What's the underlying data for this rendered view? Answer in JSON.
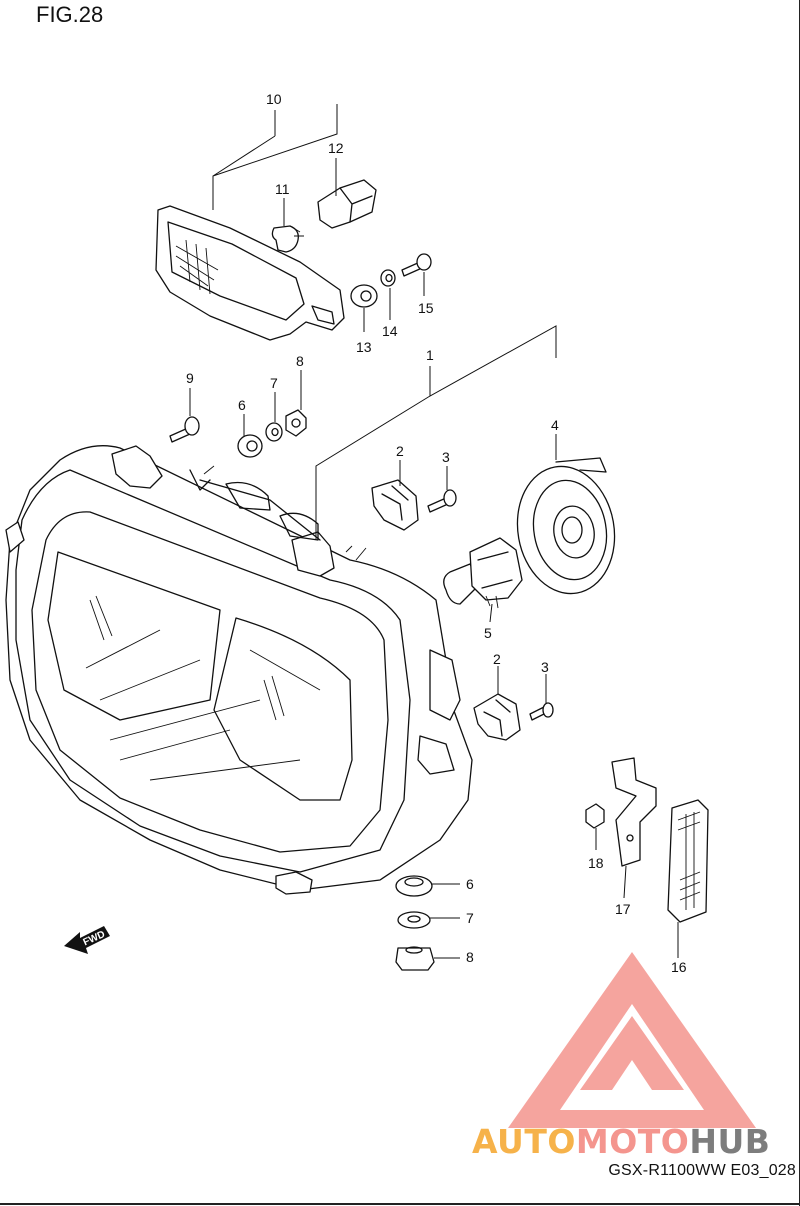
{
  "figure": {
    "title": "FIG.28",
    "model_code": "GSX-R1100WW  E03_028"
  },
  "watermark": {
    "part_a": "AUTO",
    "part_b": "MOTO",
    "part_c": "HUB",
    "color_a": "#f6b24a",
    "color_b": "#f4958e",
    "color_c": "#7d7d7d",
    "icon": "triangle-logo-icon"
  },
  "fwd_label": "FWD",
  "callouts": [
    "1",
    "2",
    "2",
    "3",
    "3",
    "4",
    "5",
    "6",
    "6",
    "7",
    "7",
    "8",
    "8",
    "9",
    "10",
    "11",
    "12",
    "13",
    "14",
    "15",
    "16",
    "17",
    "18"
  ]
}
